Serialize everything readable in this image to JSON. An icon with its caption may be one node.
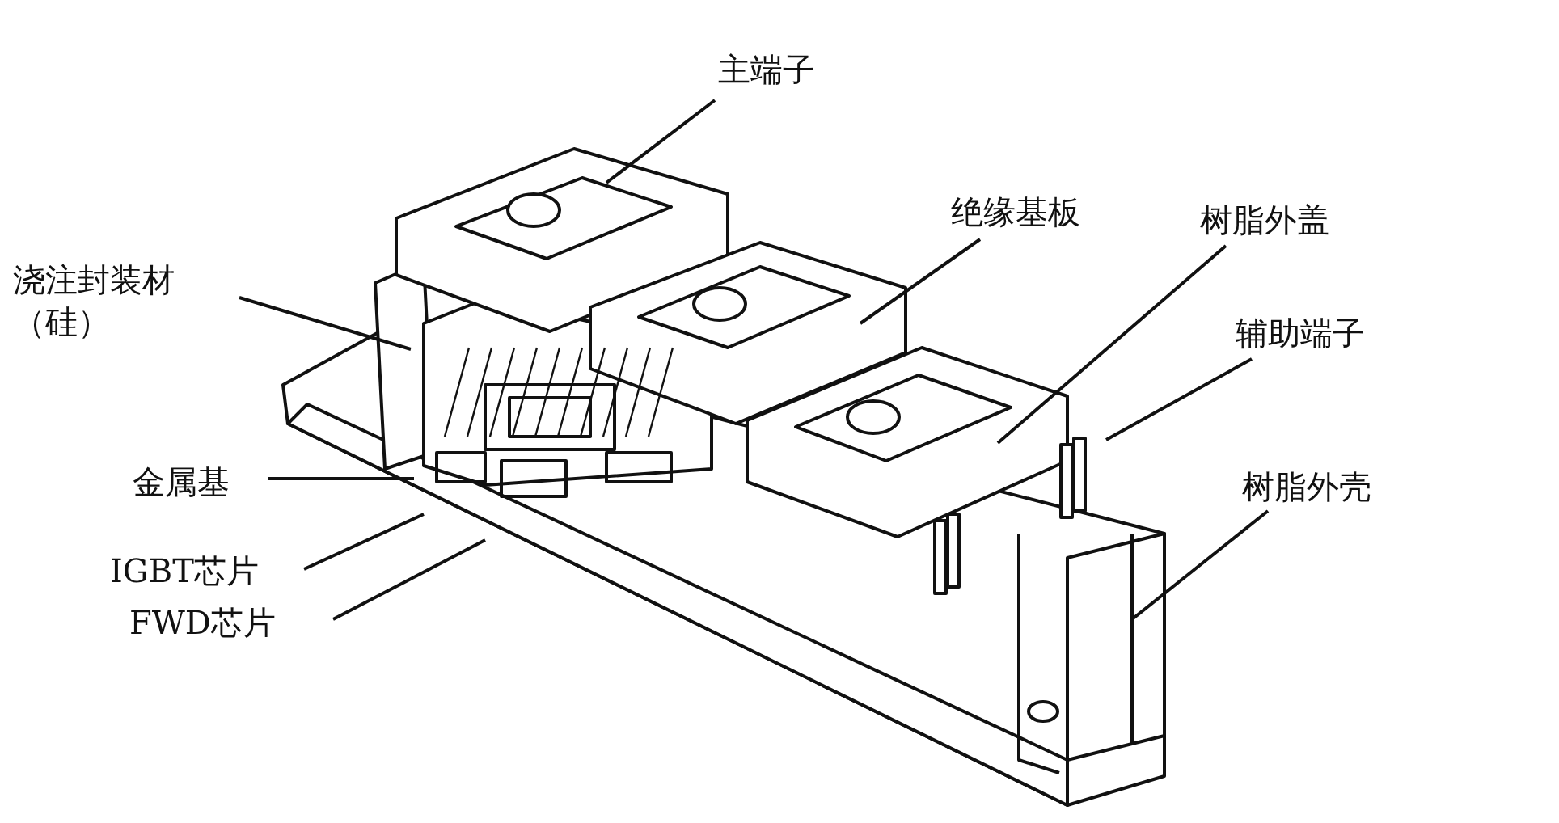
{
  "diagram": {
    "nodes": [
      {
        "text": [
          "主端子"
        ]
      },
      {
        "text": [
          "绝缘基板"
        ]
      },
      {
        "text": [
          "树脂外盖"
        ]
      },
      {
        "text": [
          "浇注封装材（硅）"
        ]
      },
      {
        "text": [
          "辅助端子"
        ]
      },
      {
        "text": [
          "金属基"
        ]
      },
      {
        "text": [
          "树脂外壳"
        ]
      },
      {
        "text": [
          "IGBT芯片"
        ]
      },
      {
        "text": [
          "FWD芯片"
        ]
      }
    ],
    "edges": [
      {
        "from": 0,
        "to": null,
        "arrow": "none"
      },
      {
        "from": 1,
        "to": null,
        "arrow": "none"
      },
      {
        "from": 2,
        "to": null,
        "arrow": "none"
      },
      {
        "from": 3,
        "to": null,
        "arrow": "none"
      },
      {
        "from": 4,
        "to": null,
        "arrow": "none"
      },
      {
        "from": 5,
        "to": null,
        "arrow": "none"
      },
      {
        "from": 6,
        "to": null,
        "arrow": "none"
      },
      {
        "from": 7,
        "to": null,
        "arrow": "none"
      },
      {
        "from": 8,
        "to": null,
        "arrow": "none"
      }
    ]
  }
}
